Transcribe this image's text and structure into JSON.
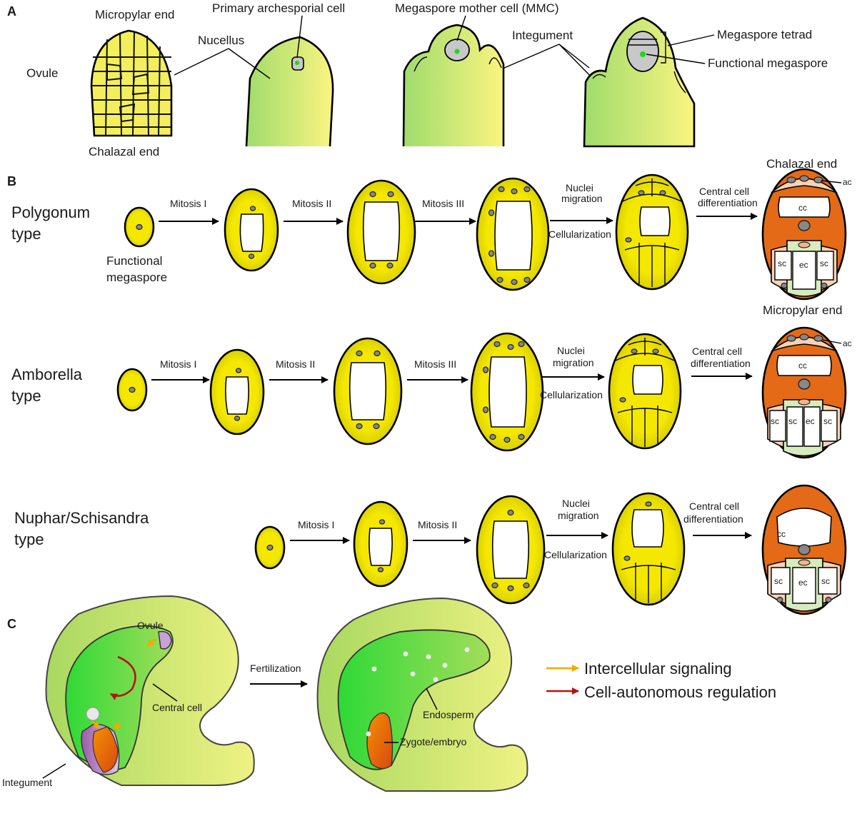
{
  "colors": {
    "ovule_light": "#f4f48a",
    "ovule_green": "#9ddc6a",
    "sac_yellow": "#f2e400",
    "central_orange": "#e46a17",
    "peach": "#f7d2b6",
    "egg_green": "#d6ebbe",
    "signal_orange": "#f5a800",
    "signal_red": "#b3140f",
    "central_green": "#35e036",
    "synergid_purple": "#c9a0d8"
  },
  "panel_a": {
    "label": "A",
    "row_label": "Ovule",
    "micropylar_end": "Micropylar end",
    "chalazal_end": "Chalazal end",
    "nucellus": "Nucellus",
    "primary_archesporial_cell": "Primary archesporial cell",
    "mmc": "Megaspore mother cell (MMC)",
    "integument": "Integument",
    "megaspore_tetrad": "Megaspore tetrad",
    "functional_megaspore": "Functional megaspore"
  },
  "panel_b": {
    "label": "B",
    "rows": [
      {
        "type_line1": "Polygonum",
        "type_line2": "type",
        "mitosis1": "Mitosis I",
        "mitosis2": "Mitosis II",
        "mitosis3": "Mitosis III",
        "migration_line1": "Nuclei",
        "migration_line2": "migration",
        "cellularization": "Cellularization",
        "diff_line1": "Central cell",
        "diff_line2": "differentiation",
        "start_line1": "Functional",
        "start_line2": "megaspore",
        "chalazal_end": "Chalazal end",
        "micropylar_end": "Micropylar end",
        "ac": "ac",
        "cc": "cc",
        "ec": "ec",
        "sc": "sc"
      },
      {
        "type_line1": "Amborella",
        "type_line2": "type",
        "mitosis1": "Mitosis I",
        "mitosis2": "Mitosis II",
        "mitosis3": "Mitosis III",
        "migration_line1": "Nuclei",
        "migration_line2": "migration",
        "cellularization": "Cellularization",
        "diff_line1": "Central cell",
        "diff_line2": "differentiation",
        "ac": "ac",
        "cc": "cc",
        "ec": "ec",
        "sc": "sc"
      },
      {
        "type_line1": "Nuphar/Schisandra",
        "type_line2": "type",
        "mitosis1": "Mitosis I",
        "mitosis2": "Mitosis II",
        "migration_line1": "Nuclei",
        "migration_line2": "migration",
        "cellularization": "Cellularization",
        "diff_line1": "Central cell",
        "diff_line2": "differentiation",
        "cc": "cc",
        "ec": "ec",
        "sc": "sc"
      }
    ]
  },
  "panel_c": {
    "label": "C",
    "ovule": "Ovule",
    "central_cell": "Central cell",
    "integument": "Integument",
    "fertilization": "Fertilization",
    "endosperm": "Endosperm",
    "zygote_embryo": "Zygote/embryo",
    "legend": [
      {
        "label": "Intercellular signaling",
        "color": "#f5a800"
      },
      {
        "label": "Cell-autonomous regulation",
        "color": "#b3140f"
      }
    ]
  }
}
